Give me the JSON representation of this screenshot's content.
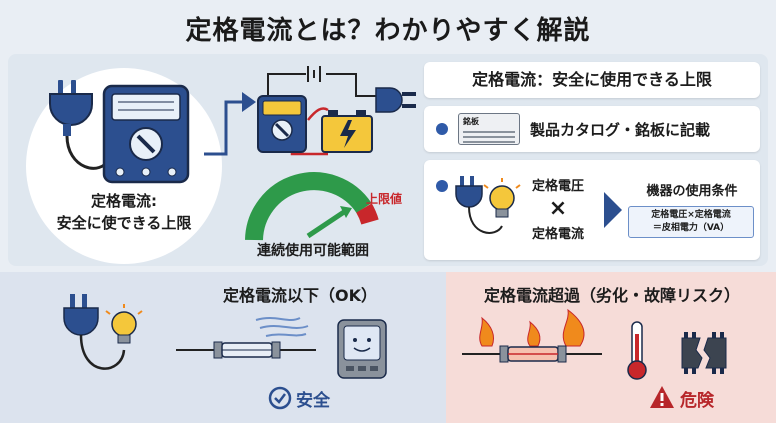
{
  "title": "定格電流とは？わかりやすく解説",
  "left_circle": {
    "line1": "定格電流:",
    "line2": "安全に使できる上限"
  },
  "gauge": {
    "label": "連続使用可能範囲",
    "limit_label": "上限値",
    "level_fraction": 0.85
  },
  "right_cards": {
    "title": "定格電流：安全に使用できる上限",
    "plate_label": "銘板",
    "catalog_text": "製品カタログ・銘板に記載",
    "formula": {
      "voltage": "定格電圧",
      "times": "×",
      "current": "定格電流",
      "conditions_title": "機器の使用条件",
      "conditions_line1": "定格電圧×定格電流",
      "conditions_line2": "＝皮相電力（VA）"
    }
  },
  "bottom_left": {
    "title": "定格電流以下（OK）",
    "status": "安全"
  },
  "bottom_right": {
    "title": "定格電流超過（劣化・故障リスク）",
    "status": "危険"
  },
  "colors": {
    "navy": "#2c4f8f",
    "green": "#2e9a4a",
    "red": "#c8272b",
    "yellow": "#f4c73b",
    "orange": "#f08a1c"
  }
}
